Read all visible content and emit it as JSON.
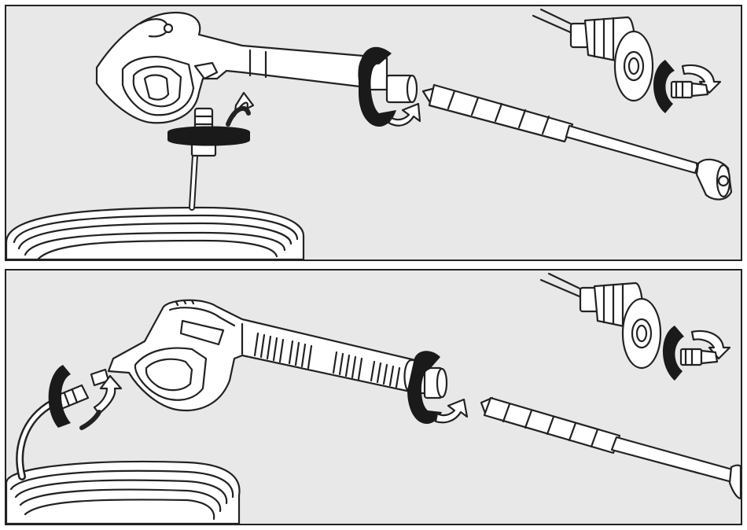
{
  "figure": {
    "panels": [
      {
        "id": "panel-1",
        "subject": "pistol-grip-older-model"
      },
      {
        "id": "panel-2",
        "subject": "pistol-grip-newer-model"
      }
    ],
    "colors": {
      "panel_bg": "#e8e8e8",
      "outline": "#222222",
      "part_fill": "#ffffff",
      "arrow_band": "#1a1a1a"
    },
    "icons": [
      "rotation-arrow-icon",
      "spray-gun",
      "lance",
      "nozzle",
      "hose-coil"
    ]
  }
}
